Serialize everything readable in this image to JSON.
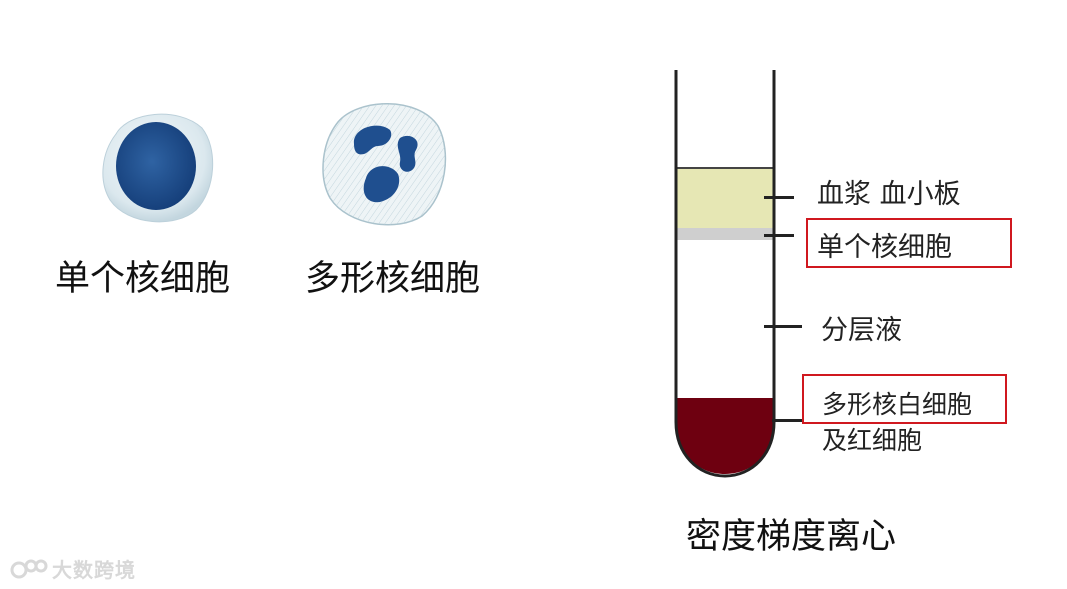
{
  "cells": {
    "mononuclear": {
      "label": "单个核细胞",
      "icon": "mononuclear-cell-icon"
    },
    "polymorphonuclear": {
      "label": "多形核细胞",
      "icon": "polymorphonuclear-cell-icon"
    }
  },
  "tube": {
    "layers": [
      {
        "label": "血浆 血小板",
        "color": "#e6e7b4",
        "highlighted": false
      },
      {
        "label": "单个核细胞",
        "color": "#cfcfcf",
        "highlighted": true
      },
      {
        "label": "分层液",
        "color": "#ffffff",
        "highlighted": false
      },
      {
        "label_line1": "多形核白细胞",
        "label_line2": "及红细胞",
        "color": "#6e0010",
        "highlighted": true
      }
    ],
    "caption": "密度梯度离心",
    "highlight_color": "#d0181f"
  },
  "watermark": {
    "text": "大数跨境"
  }
}
